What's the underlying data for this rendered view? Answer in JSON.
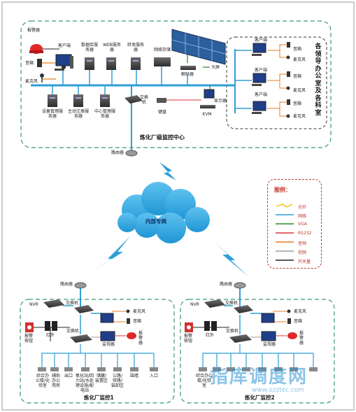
{
  "top_center": {
    "title": "炼化厂级监控中心",
    "alarm_device": "报警器",
    "speaker": "音箱",
    "microphone": "麦克风",
    "client": "客户端",
    "database_server": "数据库服务器",
    "web_server": "WEB服务器",
    "forward_server": "转发服务器",
    "network_storage": "网络存储",
    "big_screen": "大屏",
    "decoder": "解码器",
    "device_mgmt_server": "设备管理服务器",
    "active_register_server": "主动注册服务器",
    "central_mgmt_server": "中心管理服务器",
    "switch": "交换机",
    "keyboard": "键盘",
    "monitor": "显示器",
    "kvm": "KVM",
    "router": "路由器",
    "offices_vertical": "各领导办公室及各科室",
    "office_labels": [
      "音箱",
      "客户端",
      "麦克风",
      "音箱",
      "客户端",
      "麦克风",
      "客户端",
      "音箱",
      "麦克风"
    ]
  },
  "cloud_label": "内部专网",
  "legend": {
    "title": "图例：",
    "items": [
      {
        "label": "光纤",
        "color": "#f2c300"
      },
      {
        "label": "网络",
        "color": "#2e9ed6"
      },
      {
        "label": "VGA",
        "color": "#2a8a2a"
      },
      {
        "label": "RS232",
        "color": "#e0303a"
      },
      {
        "label": "音频",
        "color": "#e67e22"
      },
      {
        "label": "视频",
        "color": "#9b9b9b"
      },
      {
        "label": "开关量",
        "color": "#222222"
      }
    ]
  },
  "site1": {
    "title": "炼化厂监控1",
    "router": "路由器",
    "nvr": "NVR",
    "switch_top": "交换机",
    "switch_bottom": "交换机",
    "monitor": "监视器",
    "mic": "麦克风",
    "speaker": "音箱",
    "alarm": "报警器",
    "alarm_button": "报警按钮",
    "infrared": "红外",
    "cams": [
      "综合办公楼/化验室",
      "辅助办公用房",
      "出口",
      "氧化站/回力站/水处理设施/配电站",
      "储罐/装置区",
      "公路/铁路/装卸区",
      "围墙",
      "入口"
    ]
  },
  "site2": {
    "title": "炼化厂监控2",
    "router": "路由器",
    "nvr": "NVR",
    "switch_top": "交换机",
    "switch_bottom": "交换机",
    "monitor": "监视器",
    "mic": "麦克风",
    "speaker": "音箱",
    "alarm": "报警器",
    "alarm_button": "报警按钮",
    "infrared": "红外",
    "cams": [
      "综合办公楼/化验室"
    ]
  },
  "watermark": {
    "main": "指库调度网",
    "sub": "www.ozztec.com"
  }
}
